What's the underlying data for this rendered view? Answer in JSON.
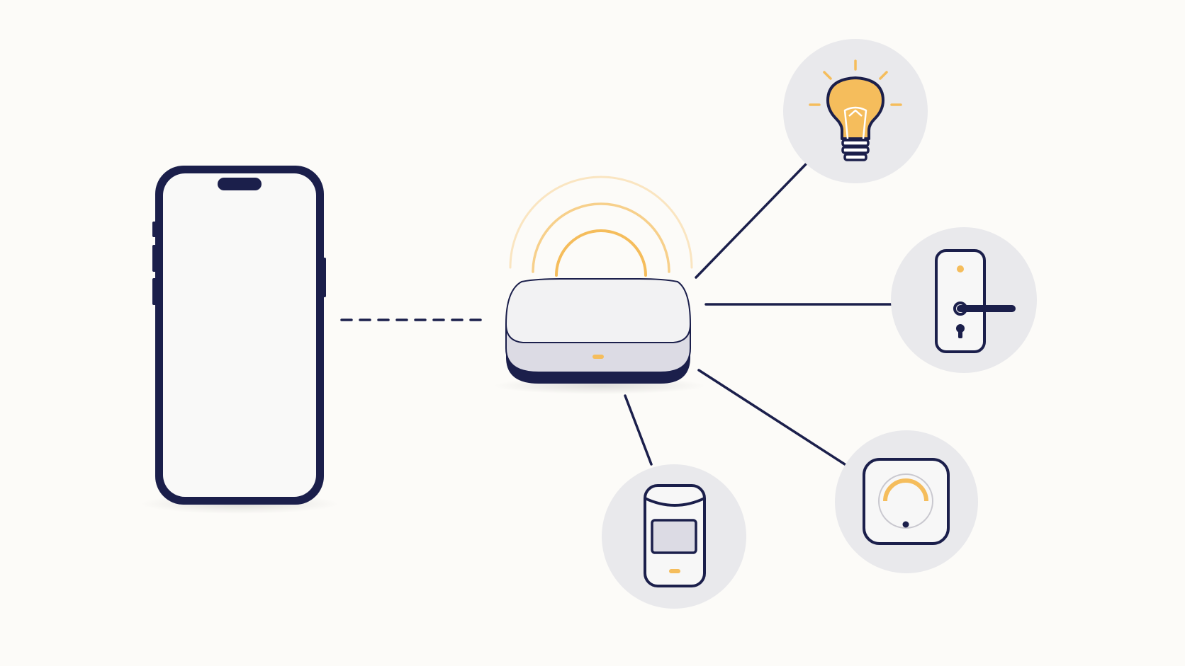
{
  "colors": {
    "background": "#fcfbf8",
    "navy": "#1b1f4b",
    "accent": "#f5bd5c",
    "circle_fill": "#e9e9ec",
    "device_white": "#f7f7f7",
    "hub_top": "#f2f2f3",
    "hub_side": "#dcdbe4"
  },
  "nodes": {
    "phone": {
      "icon": "smartphone-icon"
    },
    "hub": {
      "icon": "smart-hub-icon",
      "signal": "wireless-signal-icon",
      "led": "status-led"
    },
    "devices": [
      {
        "id": "light",
        "icon": "light-bulb-icon"
      },
      {
        "id": "lock",
        "icon": "door-lock-icon"
      },
      {
        "id": "thermostat",
        "icon": "thermostat-icon"
      },
      {
        "id": "sensor",
        "icon": "motion-sensor-icon"
      }
    ]
  },
  "connections": [
    {
      "from": "phone",
      "to": "hub",
      "style": "dashed"
    },
    {
      "from": "hub",
      "to": "light",
      "style": "solid"
    },
    {
      "from": "hub",
      "to": "lock",
      "style": "solid"
    },
    {
      "from": "hub",
      "to": "thermostat",
      "style": "solid"
    },
    {
      "from": "hub",
      "to": "sensor",
      "style": "solid"
    }
  ]
}
